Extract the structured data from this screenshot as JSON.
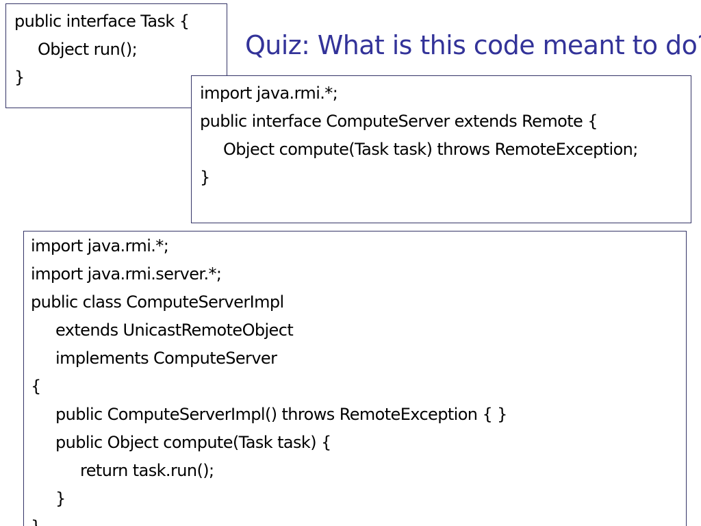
{
  "slide": {
    "title": "Quiz: What is this code meant to do?",
    "title_color": "#333399",
    "border_color": "#333366"
  },
  "task_box": {
    "lines": [
      "public interface Task {",
      "Object run();",
      "}"
    ]
  },
  "compute_server_box": {
    "lines": [
      "import java.rmi.*;",
      "public interface ComputeServer extends Remote {",
      "Object compute(Task task) throws RemoteException;",
      "}"
    ]
  },
  "impl_box": {
    "lines": [
      "import java.rmi.*;",
      "import java.rmi.server.*;",
      "public class ComputeServerImpl",
      "extends UnicastRemoteObject",
      "implements ComputeServer",
      "{",
      "public ComputeServerImpl() throws RemoteException { }",
      "public Object compute(Task task) {",
      "return task.run();",
      "}",
      "}"
    ]
  }
}
